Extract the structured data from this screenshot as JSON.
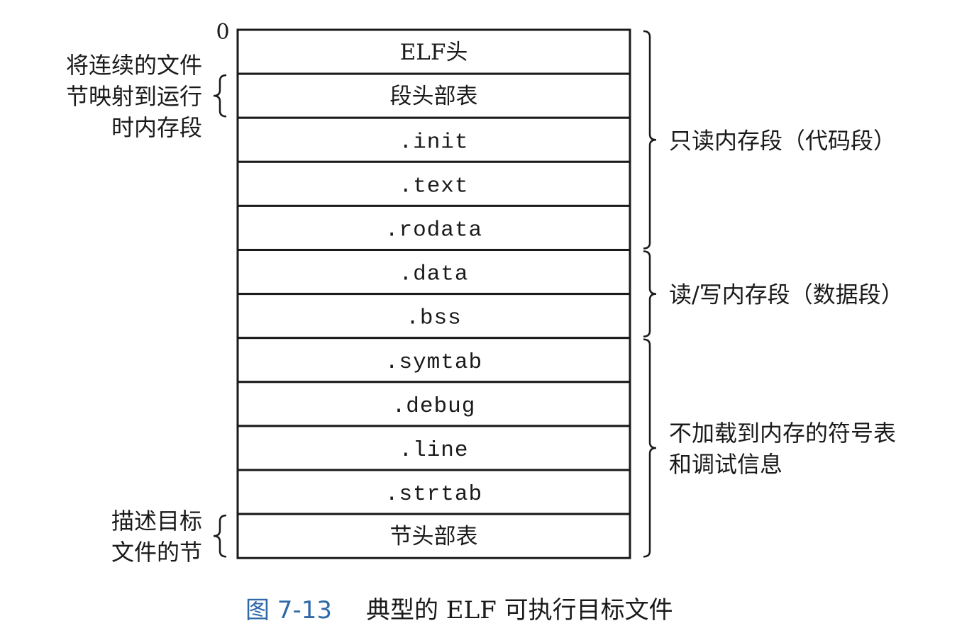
{
  "origin_label": "0",
  "sections": [
    {
      "label": "ELF头",
      "mono": false
    },
    {
      "label": "段头部表",
      "mono": false
    },
    {
      "label": ".init",
      "mono": true
    },
    {
      "label": ".text",
      "mono": true
    },
    {
      "label": ".rodata",
      "mono": true
    },
    {
      "label": ".data",
      "mono": true
    },
    {
      "label": ".bss",
      "mono": true
    },
    {
      "label": ".symtab",
      "mono": true
    },
    {
      "label": ".debug",
      "mono": true
    },
    {
      "label": ".line",
      "mono": true
    },
    {
      "label": ".strtab",
      "mono": true
    },
    {
      "label": "节头部表",
      "mono": false
    }
  ],
  "left_annotations": [
    {
      "lines": [
        "将连续的文件",
        "节映射到运行",
        "时内存段"
      ],
      "from": 1,
      "to": 1
    },
    {
      "lines": [
        "描述目标",
        "文件的节"
      ],
      "from": 11,
      "to": 11
    }
  ],
  "right_annotations": [
    {
      "lines": [
        "只读内存段（代码段）"
      ],
      "from": 0,
      "to": 4
    },
    {
      "lines": [
        "读/写内存段（数据段）"
      ],
      "from": 5,
      "to": 6
    },
    {
      "lines": [
        "不加载到内存的符号表",
        "和调试信息"
      ],
      "from": 7,
      "to": 11
    }
  ],
  "caption": {
    "number": "图 7-13",
    "title": "典型的 ELF 可执行目标文件"
  }
}
